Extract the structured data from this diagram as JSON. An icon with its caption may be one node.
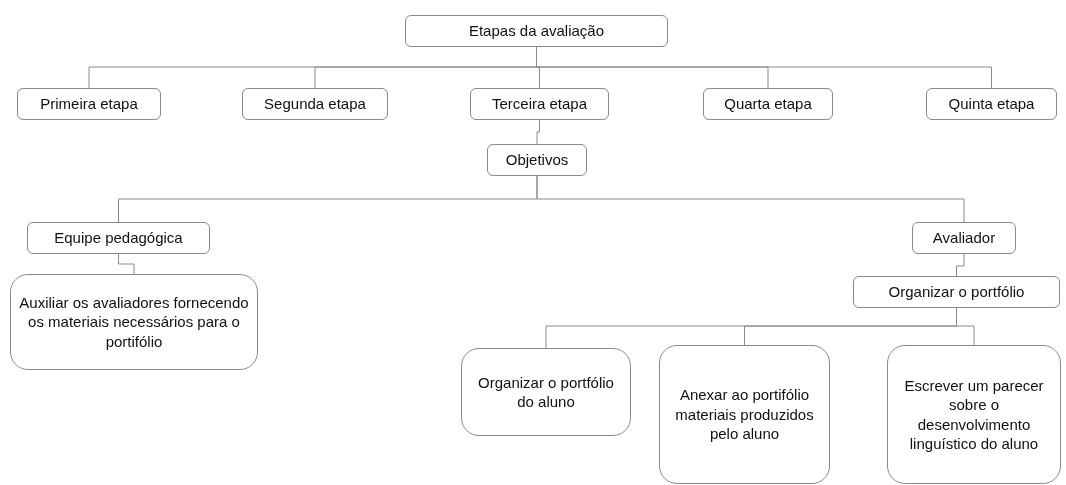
{
  "diagram": {
    "nodes": [
      {
        "text": [
          "Etapas da avaliação"
        ]
      },
      {
        "text": [
          "Primeira etapa"
        ]
      },
      {
        "text": [
          "Segunda etapa"
        ]
      },
      {
        "text": [
          "Terceira etapa"
        ]
      },
      {
        "text": [
          "Quarta etapa"
        ]
      },
      {
        "text": [
          "Quinta etapa"
        ]
      },
      {
        "text": [
          "Objetivos"
        ]
      },
      {
        "text": [
          "Equipe pedagógica"
        ]
      },
      {
        "text": [
          "Avaliador"
        ]
      },
      {
        "text": [
          "Auxiliar os avaliadores fornecendo os materiais necessários para o portifólio"
        ]
      },
      {
        "text": [
          "Organizar o portfólio"
        ]
      },
      {
        "text": [
          "Organizar o portfólio do aluno"
        ]
      },
      {
        "text": [
          "Anexar ao portifólio materiais produzidos pelo aluno"
        ]
      },
      {
        "text": [
          "Escrever um parecer sobre o desenvolvimento linguístico do aluno"
        ]
      }
    ],
    "edges": [
      {
        "from": 0,
        "to": 1,
        "arrow": "none"
      },
      {
        "from": 0,
        "to": 2,
        "arrow": "none"
      },
      {
        "from": 0,
        "to": 3,
        "arrow": "none"
      },
      {
        "from": 0,
        "to": 4,
        "arrow": "none"
      },
      {
        "from": 0,
        "to": 5,
        "arrow": "none"
      },
      {
        "from": 3,
        "to": 6,
        "arrow": "none"
      },
      {
        "from": 6,
        "to": 7,
        "arrow": "none"
      },
      {
        "from": 6,
        "to": 8,
        "arrow": "none"
      },
      {
        "from": 7,
        "to": 9,
        "arrow": "none"
      },
      {
        "from": 8,
        "to": 10,
        "arrow": "none"
      },
      {
        "from": 10,
        "to": 11,
        "arrow": "none"
      },
      {
        "from": 10,
        "to": 12,
        "arrow": "none"
      },
      {
        "from": 10,
        "to": 13,
        "arrow": "none"
      }
    ]
  }
}
